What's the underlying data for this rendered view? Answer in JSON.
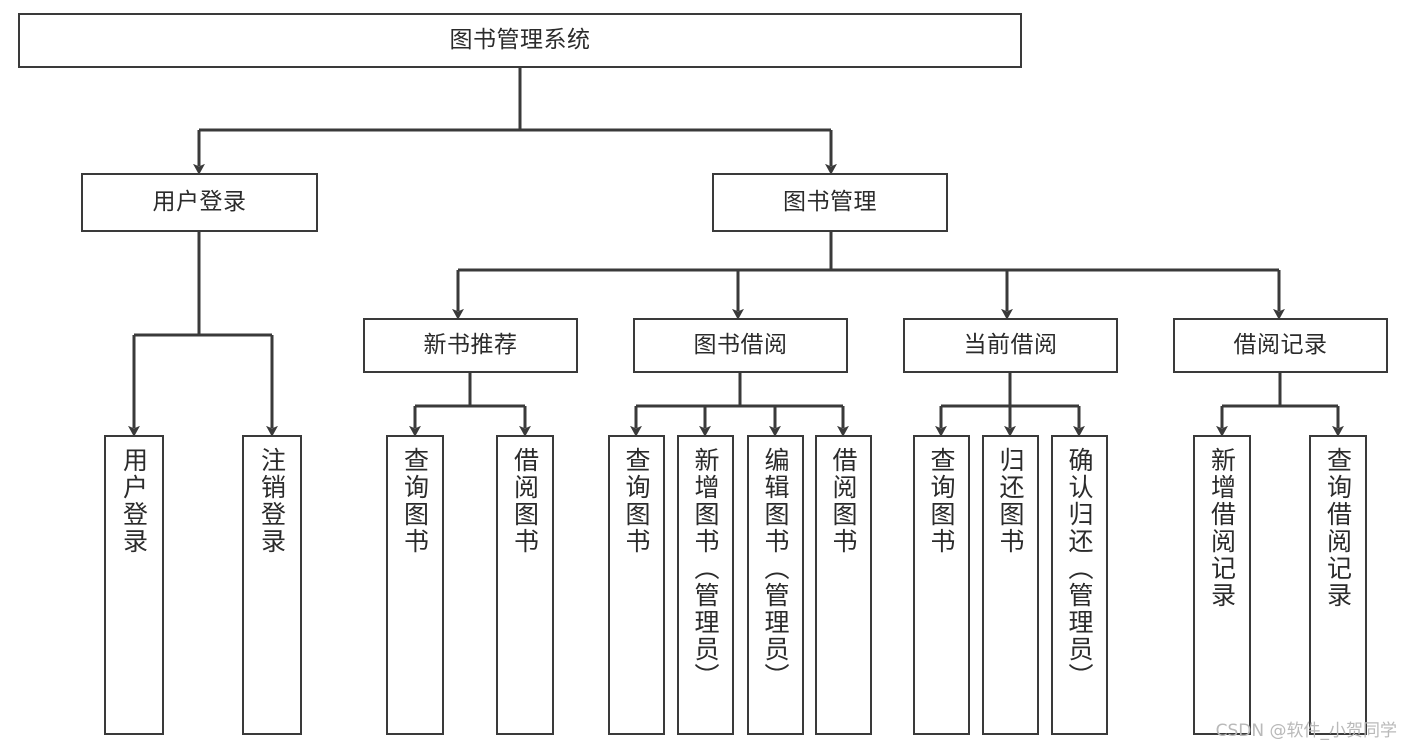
{
  "diagram": {
    "title": "图书管理系统",
    "watermark": "CSDN @软件_小贺同学",
    "colors": {
      "background": "#ffffff",
      "node_border": "#3a3a3a",
      "node_fill": "#ffffff",
      "connector": "#3a3a3a",
      "text": "#2b2b2b",
      "watermark": "#b9b9b9"
    },
    "nodes": {
      "root": {
        "label": "图书管理系统"
      },
      "level2": [
        {
          "label": "用户登录"
        },
        {
          "label": "图书管理"
        }
      ],
      "level3": [
        {
          "label": "新书推荐"
        },
        {
          "label": "图书借阅"
        },
        {
          "label": "当前借阅"
        },
        {
          "label": "借阅记录"
        }
      ],
      "leaves": {
        "user_login": [
          {
            "label": "用户登录"
          },
          {
            "label": "注销登录"
          }
        ],
        "new_book_recommend": [
          {
            "label": "查询图书"
          },
          {
            "label": "借阅图书"
          }
        ],
        "book_borrow": [
          {
            "label": "查询图书"
          },
          {
            "label": "新增图书（管理员）"
          },
          {
            "label": "编辑图书（管理员）"
          },
          {
            "label": "借阅图书"
          }
        ],
        "current_borrow": [
          {
            "label": "查询图书"
          },
          {
            "label": "归还图书"
          },
          {
            "label": "确认归还（管理员）"
          }
        ],
        "borrow_records": [
          {
            "label": "新增借阅记录"
          },
          {
            "label": "查询借阅记录"
          }
        ]
      }
    }
  }
}
